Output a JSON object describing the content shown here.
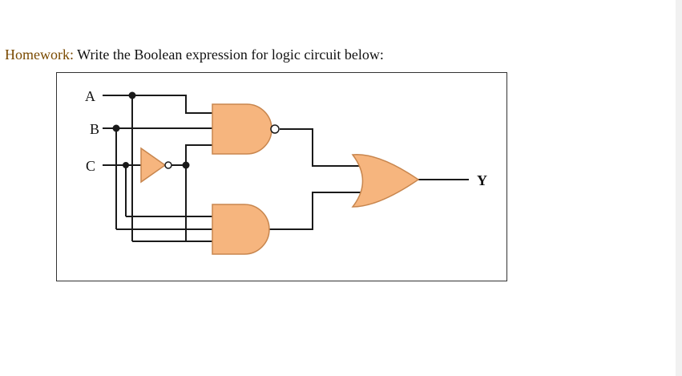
{
  "heading": {
    "label": "Homework:",
    "text": "Write the Boolean expression for logic circuit below:"
  },
  "circuit": {
    "inputs": [
      {
        "name": "A"
      },
      {
        "name": "B"
      },
      {
        "name": "C"
      }
    ],
    "output": {
      "name": "Y"
    },
    "gates": [
      {
        "type": "NOT",
        "input": "C"
      },
      {
        "type": "NAND",
        "inputs": [
          "A",
          "B",
          "NOT C"
        ]
      },
      {
        "type": "AND",
        "inputs": [
          "C",
          "B",
          "A"
        ]
      },
      {
        "type": "OR",
        "inputs": [
          "NAND",
          "AND"
        ],
        "output": "Y"
      }
    ],
    "colors": {
      "gate_fill": "#f6b57e",
      "gate_stroke": "#c8864e",
      "wire": "#1a1a1a"
    }
  }
}
